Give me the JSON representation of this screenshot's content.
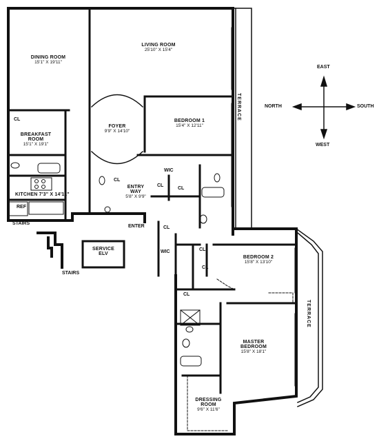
{
  "rooms": {
    "dining": {
      "name": "DINING ROOM",
      "dims": "15'1\" X 19'11\""
    },
    "living": {
      "name": "LIVING ROOM",
      "dims": "25'10\" X 15'4\""
    },
    "breakfast": {
      "name": "BREAKFAST",
      "name2": "ROOM",
      "dims": "15'1\" X 19'1\""
    },
    "foyer": {
      "name": "FOYER",
      "dims": "9'9\" X 14'10\""
    },
    "bedroom1": {
      "name": "BEDROOM 1",
      "dims": "15'4\" X 12'11\""
    },
    "kitchen": {
      "name": "KITCHEN 7'3\" X 14'11\""
    },
    "entry": {
      "name": "ENTRY",
      "name2": "WAY",
      "dims": "5'8\" X 9'9\""
    },
    "bedroom2": {
      "name": "BEDROOM 2",
      "dims": "15'8\" X 13'10\""
    },
    "master": {
      "name": "MASTER",
      "name2": "BEDROOM",
      "dims": "15'8\" X 18'1\""
    },
    "dressing": {
      "name": "DRESSING",
      "name2": "ROOM",
      "dims": "9'6\" X 11'6\""
    },
    "service": {
      "name": "SERVICE",
      "name2": "ELV"
    }
  },
  "labels": {
    "cl": "CL",
    "wic": "WIC",
    "ref": "REF",
    "stairs": "STAIRS",
    "enter": "ENTER",
    "terrace": "TERRACE"
  },
  "compass": {
    "north": "NORTH",
    "south": "SOUTH",
    "east": "EAST",
    "west": "WEST"
  }
}
